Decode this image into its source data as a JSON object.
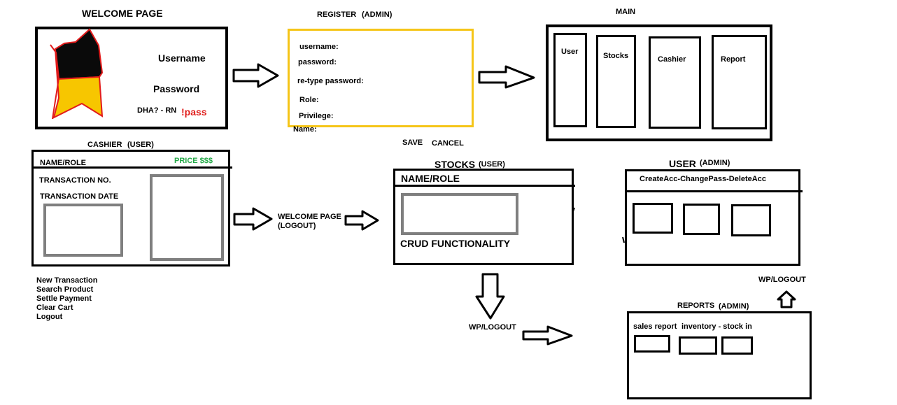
{
  "welcome": {
    "title": "WELCOME PAGE",
    "username_label": "Username",
    "password_label": "Password",
    "dha_text": "DHA? - RN",
    "pass_link": "!pass"
  },
  "register": {
    "title": "REGISTER",
    "role_tag": "(ADMIN)",
    "username_label": "username:",
    "password_label": "password:",
    "retype_label": "re-type password:",
    "role_label": "Role:",
    "privilege_label": "Privilege:",
    "name_label": "Name:",
    "save_label": "SAVE",
    "cancel_label": "CANCEL"
  },
  "main": {
    "title": "MAIN",
    "tiles": [
      "User",
      "Stocks",
      "Cashier",
      "Report"
    ]
  },
  "cashier": {
    "title": "CASHIER",
    "role_tag": "(USER)",
    "name_role": "NAME/ROLE",
    "price": "PRICE $$$",
    "transaction_no": "TRANSACTION NO.",
    "transaction_date": "TRANSACTION DATE",
    "menu": [
      "New Transaction",
      "Search Product",
      "Settle Payment",
      "Clear Cart",
      "Logout"
    ]
  },
  "flow": {
    "welcome_page": "WELCOME PAGE",
    "logout": "(LOGOUT)",
    "wp_logout_stocks": "WP/LOGOUT",
    "wp_logout_user": "WP/LOGOUT"
  },
  "stocks": {
    "title": "STOCKS",
    "role_tag": "(USER)",
    "name_role": "NAME/ROLE",
    "crud": "CRUD FUNCTIONALITY"
  },
  "user": {
    "title": "USER",
    "role_tag": "(ADMIN)",
    "actions": "CreateAcc-ChangePass-DeleteAcc"
  },
  "reports": {
    "title": "REPORTS",
    "role_tag": "(ADMIN)",
    "sales_report": "sales report",
    "inventory": "inventory - stock in"
  },
  "colors": {
    "black": "#000000",
    "yellow_border": "#f5c518",
    "red_text": "#e0201e",
    "green_text": "#22a846",
    "gray_box": "#7f7f7f",
    "logo_black": "#0a0a0a",
    "logo_yellow": "#f7c600",
    "logo_red": "#e21b1b"
  }
}
